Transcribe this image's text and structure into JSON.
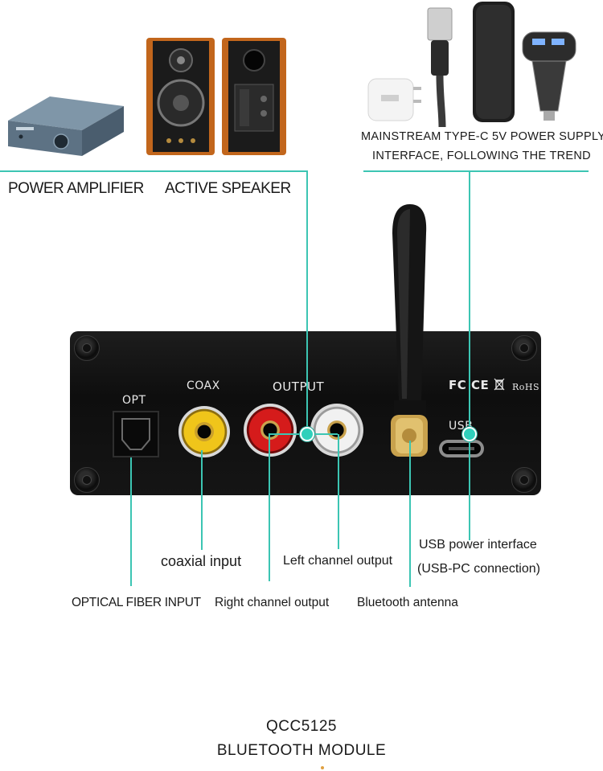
{
  "top_labels": {
    "power_amplifier": "POWER AMPLIFIER",
    "active_speaker": "ACTIVE SPEAKER",
    "type_c_line1": "MAINSTREAM TYPE-C 5V POWER SUPPLY",
    "type_c_line2": "INTERFACE, FOLLOWING THE TREND"
  },
  "panel": {
    "opt": "OPT",
    "coax": "COAX",
    "output": "OUTPUT",
    "usb": "USB",
    "fc": "FC",
    "ce": "CE",
    "rohs": "RoHS"
  },
  "callouts": {
    "coaxial_input": "coaxial input",
    "left_channel_output": "Left channel output",
    "usb_power_line1": "USB power interface",
    "usb_power_line2": "(USB-PC connection)",
    "optical_fiber_input": "OPTICAL FIBER INPUT",
    "right_channel_output": "Right channel output",
    "bluetooth_antenna": "Bluetooth antenna"
  },
  "bottom": {
    "line1": "QCC5125",
    "line2": "BLUETOOTH MODULE"
  },
  "colors": {
    "accent_line": "#3cc5b3",
    "panel": "#141414",
    "rca_yellow": "#f0c51a",
    "rca_red": "#d51b1b",
    "rca_white": "#e4e4e4",
    "gold": "#c9a24d"
  }
}
